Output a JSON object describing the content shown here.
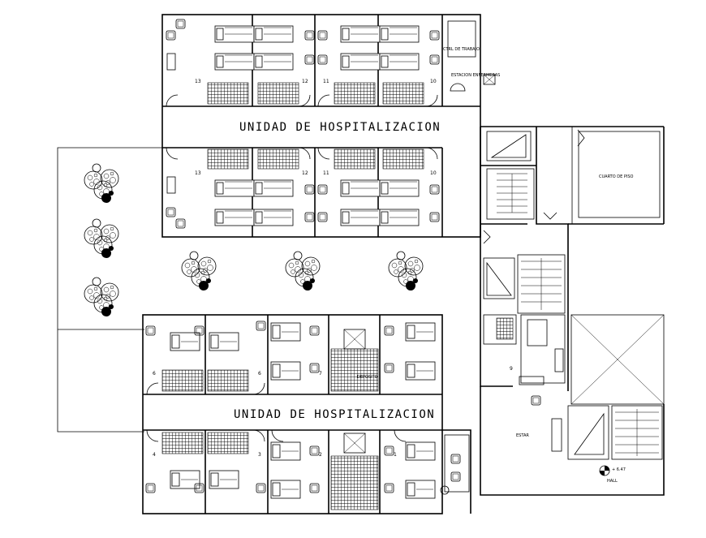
{
  "labels": {
    "ward_title_top": "UNIDAD DE HOSPITALIZACION",
    "ward_title_bottom": "UNIDAD DE HOSPITALIZACION",
    "work_control": "CTRL DE TRABAJO",
    "nurse_station": "ESTACION ENFERMERAS",
    "floor_room": "CUARTO DE PISO",
    "deposit": "DEPOSITO",
    "lounge": "ESTAR",
    "hall": "HALL",
    "level": "+ 6.47"
  },
  "room_numbers": {
    "top_row": [
      "13",
      "12",
      "11",
      "10"
    ],
    "second_row": [
      "13",
      "12",
      "11",
      "10"
    ],
    "lower_top": [
      "6",
      "6",
      "7"
    ],
    "lower_bottom": [
      "4",
      "3",
      "2",
      "1"
    ],
    "service": "9"
  }
}
